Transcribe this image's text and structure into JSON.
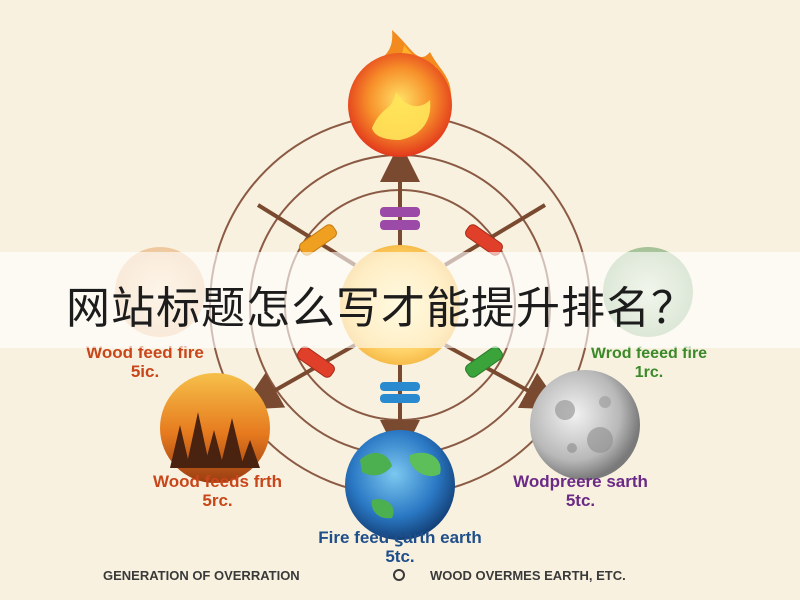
{
  "overlay": {
    "title": "网站标题怎么写才能提升排名？"
  },
  "elements": {
    "fire": {
      "name": "fire-orb-icon",
      "color": "#f2581e"
    },
    "wood_top_left": {
      "name": "wood-fire-orb-icon",
      "label_line1": "Wood feed fire",
      "label_line2": "5ic."
    },
    "metal_top_right": {
      "name": "green-orb-icon",
      "label_line1": "Wrod feeed fire",
      "label_line2": "1rc."
    },
    "wood_bottom_left": {
      "name": "forest-orb-icon",
      "label_line1": "Wood feeds frth",
      "label_line2": "5rc."
    },
    "metal_bottom_right": {
      "name": "moon-orb-icon",
      "label_line1": "Wodpreere sarth",
      "label_line2": "5tc."
    },
    "earth": {
      "name": "earth-globe-icon",
      "label_line1": "Fire feed ϛarth earth",
      "label_line2": "5tc."
    }
  },
  "footer": {
    "left": "GENERATION OF OVERRATION",
    "right": "WOOD OVERMES EARTH, ETC."
  },
  "colors": {
    "background": "#f8f1df",
    "ring": "#8a5a44",
    "arrow": "#7a4a30",
    "connector_purple": "#9b4aa8",
    "connector_orange": "#f0a020",
    "connector_red": "#e0402a",
    "connector_green": "#3aa33a",
    "connector_blue": "#2a8ad0"
  }
}
